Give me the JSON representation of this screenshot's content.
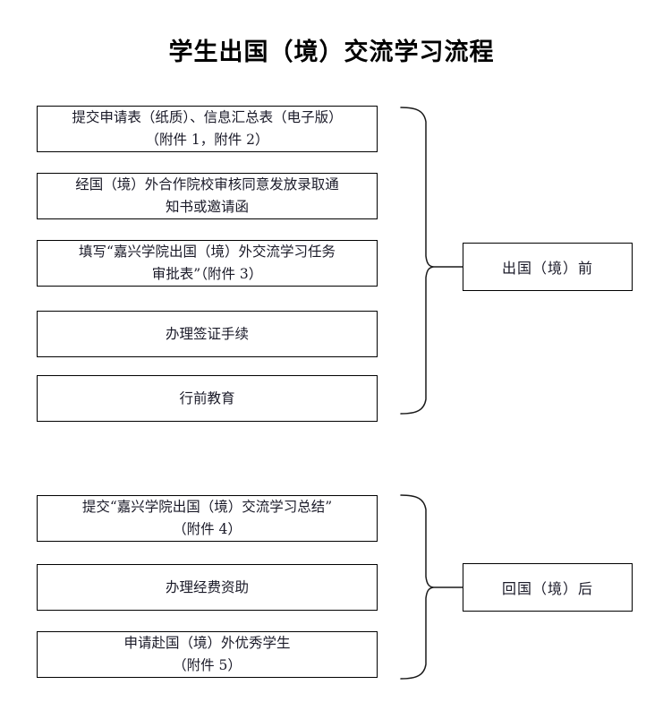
{
  "document": {
    "title": "学生出国（境）交流学习流程"
  },
  "phases": [
    {
      "id": "before-departure",
      "label": "出国（境）前",
      "steps": [
        {
          "line1": "提交申请表（纸质）、信息汇总表（电子版）",
          "line2": "（附件 1，附件 2）"
        },
        {
          "line1": "经国（境）外合作院校审核同意发放录取通",
          "line2": "知书或邀请函"
        },
        {
          "line1": "填写“嘉兴学院出国（境）外交流学习任务",
          "line2": "审批表”（附件 3）"
        },
        {
          "line1": "办理签证手续",
          "line2": ""
        },
        {
          "line1": "行前教育",
          "line2": ""
        }
      ]
    },
    {
      "id": "after-return",
      "label": "回国（境）后",
      "steps": [
        {
          "line1": "提交“嘉兴学院出国（境）交流学习总结”",
          "line2": "（附件 4）"
        },
        {
          "line1": "办理经费资助",
          "line2": ""
        },
        {
          "line1": "申请赴国（境）外优秀学生",
          "line2": "（附件 5）"
        }
      ]
    }
  ],
  "colors": {
    "background": "#ffffff",
    "stroke": "#000000",
    "text": "#1a1a28"
  }
}
